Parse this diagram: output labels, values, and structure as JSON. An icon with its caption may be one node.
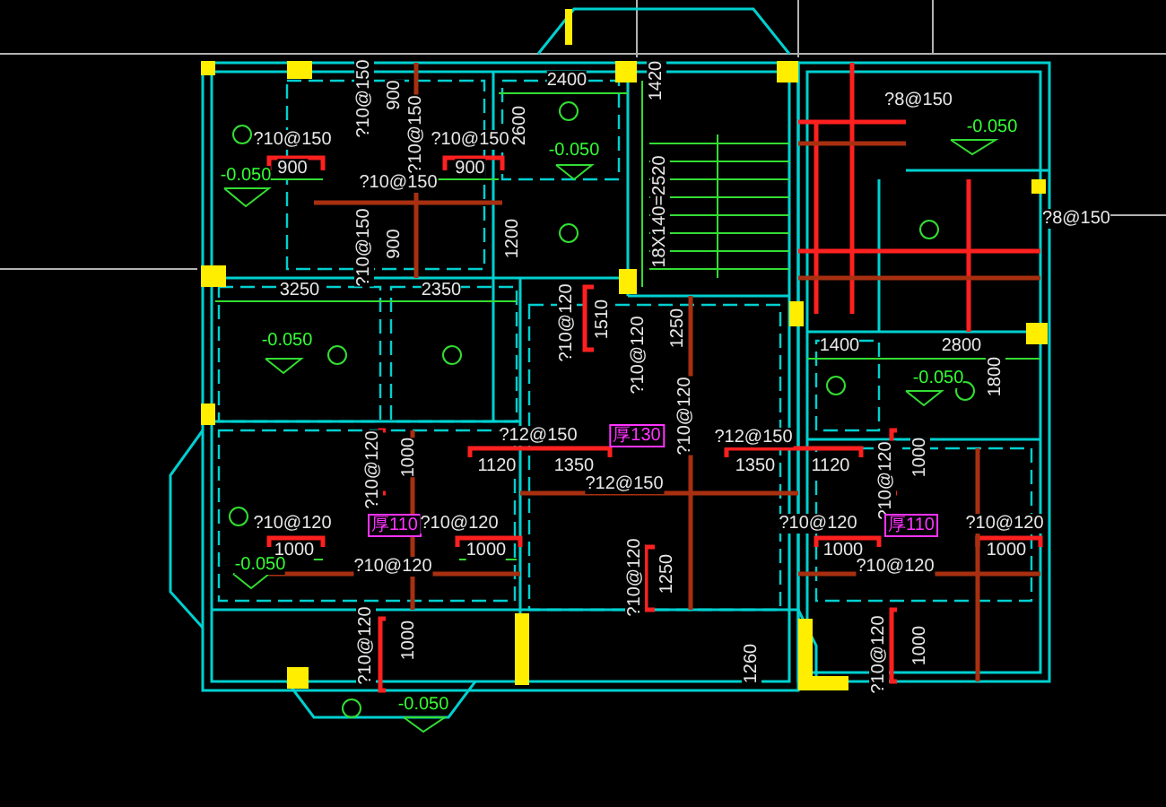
{
  "diagram": {
    "labels": [
      "2400",
      "1420",
      "?10@150",
      "900",
      "?10@150",
      "2600",
      "?8@150",
      "-0.050",
      "?10@150",
      "900",
      "?10@150",
      "900",
      "-0.050",
      "-0.050",
      "?10@150",
      "18X140=2520",
      "?8@150",
      "?10@150",
      "900",
      "1200",
      "3250",
      "2350",
      "?10@120",
      "1510",
      "?10@120",
      "1250",
      "1400",
      "2800",
      "-0.050",
      "1800",
      "-0.050",
      "?10@120",
      "1000",
      "?12@150",
      "1120",
      "1350",
      "厚130",
      "?12@150",
      "1350",
      "1120",
      "?12@150",
      "?10@120",
      "?10@120",
      "1000",
      "?10@120",
      "厚110",
      "?10@120",
      "?10@120",
      "厚110",
      "?10@120",
      "1000",
      "1000",
      "-0.050",
      "?10@120",
      "1000",
      "1000",
      "?10@120",
      "?10@120",
      "1250",
      "?10@120",
      "1000",
      "1260",
      "?10@120",
      "1000",
      "-0.050"
    ]
  }
}
